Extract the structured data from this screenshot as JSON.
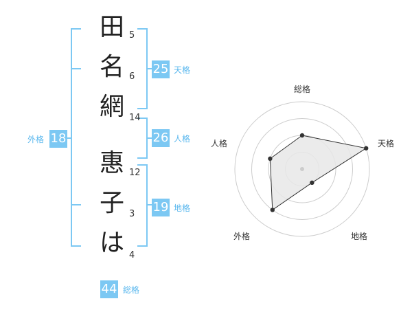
{
  "colors": {
    "accent": "#7cc8f3",
    "accent_text": "#5bb8ee",
    "text": "#222222",
    "radar_fill": "#e8e8e8",
    "radar_grid": "#cccccc",
    "radar_line": "#333333"
  },
  "name": {
    "chars": [
      {
        "char": "田",
        "strokes": "5"
      },
      {
        "char": "名",
        "strokes": "6"
      },
      {
        "char": "網",
        "strokes": "14"
      },
      {
        "char": "惠",
        "strokes": "12"
      },
      {
        "char": "子",
        "strokes": "3"
      },
      {
        "char": "は",
        "strokes": "4"
      }
    ]
  },
  "kakusu": {
    "tenkaku": {
      "value": "25",
      "label": "天格"
    },
    "jinkaku": {
      "value": "26",
      "label": "人格"
    },
    "chikaku": {
      "value": "19",
      "label": "地格"
    },
    "gaikaku": {
      "value": "18",
      "label": "外格"
    },
    "soukaku": {
      "value": "44",
      "label": "総格"
    }
  },
  "chart_data": {
    "type": "radar",
    "axes": [
      "総格",
      "天格",
      "地格",
      "外格",
      "人格"
    ],
    "levels": 4,
    "values": [
      2,
      4,
      1,
      3,
      2
    ]
  }
}
